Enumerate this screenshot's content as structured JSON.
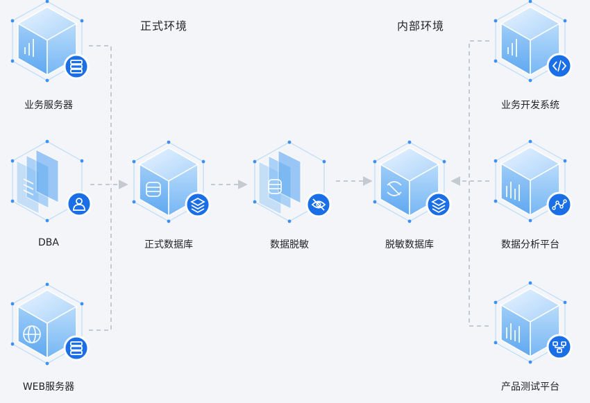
{
  "zones": {
    "production": "正式环境",
    "internal": "内部环境"
  },
  "nodes": {
    "biz_server": {
      "label": "业务服务器",
      "cube": "cube-chart",
      "badge": "server-stack-icon"
    },
    "dba": {
      "label": "DBA",
      "cube": "cube-panels",
      "badge": "user-icon"
    },
    "web_server": {
      "label": "WEB服务器",
      "cube": "cube-globe",
      "badge": "server-stack-icon"
    },
    "prod_db": {
      "label": "正式数据库",
      "cube": "cube-db",
      "badge": "layers-icon"
    },
    "desensitize": {
      "label": "数据脱敏",
      "cube": "cube-panels-db",
      "badge": "eye-off-icon"
    },
    "desens_db": {
      "label": "脱敏数据库",
      "cube": "cube-sync",
      "badge": "layers-icon"
    },
    "dev_system": {
      "label": "业务开发系统",
      "cube": "cube-chart",
      "badge": "code-icon"
    },
    "analysis_platform": {
      "label": "数据分析平台",
      "cube": "cube-bars",
      "badge": "trend-icon"
    },
    "test_platform": {
      "label": "产品测试平台",
      "cube": "cube-bars",
      "badge": "network-icon"
    }
  },
  "colors": {
    "background": "#f3f5f9",
    "accent": "#1a6ee6",
    "cube_face_light": "#cfe6fb",
    "cube_face_mid": "#8fc4f6",
    "cube_face_dark": "#5aa6f0",
    "connector": "#c5c9d0"
  }
}
